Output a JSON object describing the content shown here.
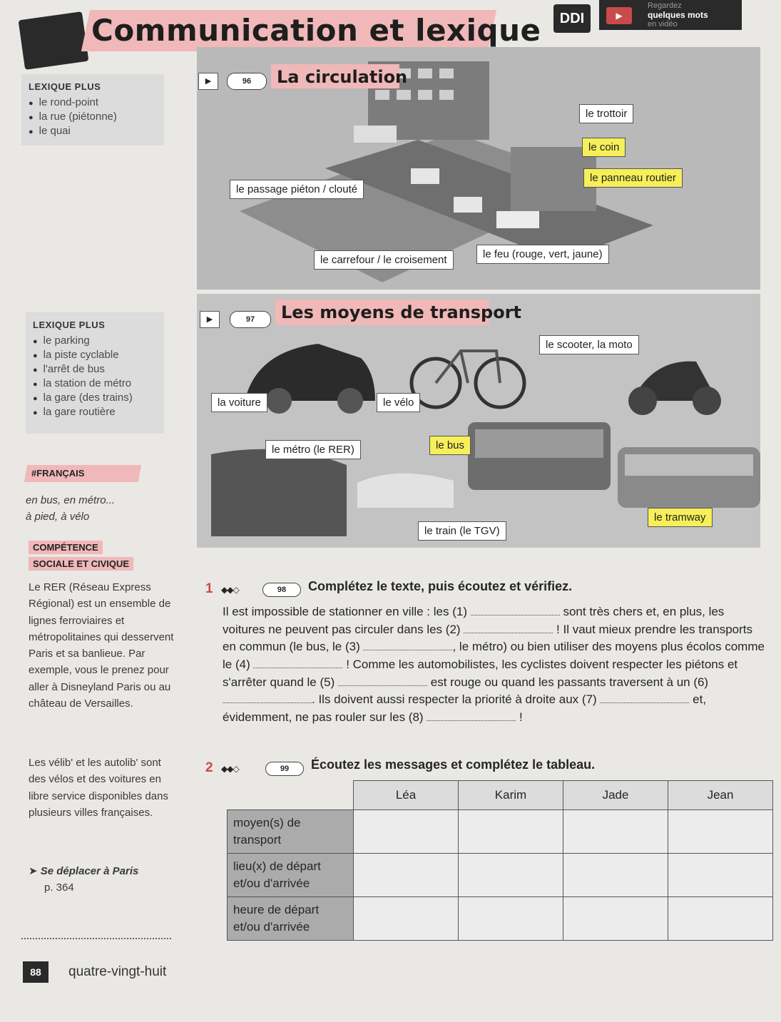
{
  "header": {
    "title": "Communication et lexique",
    "ddi": "DDI",
    "video": {
      "line1": "Regardez",
      "line2": "quelques mots",
      "line3": "en vidéo"
    }
  },
  "circulation": {
    "lexique_title": "Lexique plus",
    "lexique_items": [
      "le rond-point",
      "la rue (piétonne)",
      "le quai"
    ],
    "track": "96",
    "title": "La circulation",
    "labels": {
      "trottoir": "le trottoir",
      "coin": "le coin",
      "passage": "le passage piéton / clouté",
      "panneau": "le panneau routier",
      "carrefour": "le carrefour / le croisement",
      "feu": "le feu (rouge, vert, jaune)"
    }
  },
  "transport": {
    "lexique_title": "Lexique plus",
    "lexique_items": [
      "le parking",
      "la piste cyclable",
      "l'arrêt de bus",
      "la station de métro",
      "la gare (des trains)",
      "la gare routière"
    ],
    "track": "97",
    "title": "Les moyens de transport",
    "labels": {
      "scooter": "le scooter, la moto",
      "voiture": "la voiture",
      "velo": "le vélo",
      "metro": "le métro (le RER)",
      "bus": "le bus",
      "tramway": "le tramway",
      "train": "le train (le TGV)"
    }
  },
  "francais": {
    "tag": "#FRANÇAIS",
    "line1": "en bus, en métro...",
    "line2": "à pied, à vélo"
  },
  "competence": {
    "tag1": "Compétence",
    "tag2": "sociale et civique",
    "rer": "Le RER (Réseau Express Régional) est un ensemble de lignes ferroviaires et métropolitaines qui desservent Paris et sa banlieue. Par exemple, vous le prenez pour aller à Disneyland Paris ou au château de Versailles.",
    "velib": "Les vélib' et les autolib' sont des vélos et des voitures en libre service disponibles dans plusieurs villes françaises.",
    "link": "Se déplacer à Paris",
    "link_page": "p. 364"
  },
  "exercise1": {
    "number": "1",
    "track": "98",
    "instruction": "Complétez le texte, puis écoutez et vérifiez.",
    "t1": "Il est impossible de stationner en ville : les (1)",
    "t2": "sont très chers et, en plus, les voitures ne peuvent pas circuler dans les (2)",
    "t3": "! Il vaut mieux prendre les transports en commun (le bus, le (3)",
    "t4": ", le métro) ou bien utiliser des moyens plus écolos comme le (4)",
    "t5": "! Comme les automobilistes, les cyclistes doivent respecter les piétons et s'arrêter quand le (5)",
    "t6": "est rouge ou quand les passants traversent à un (6)",
    "t7": ". Ils doivent aussi respecter la priorité à droite aux (7)",
    "t8": "et, évidemment, ne pas rouler sur les (8)",
    "t9": "!"
  },
  "exercise2": {
    "number": "2",
    "track": "99",
    "instruction": "Écoutez les messages et complétez le tableau.",
    "columns": [
      "Léa",
      "Karim",
      "Jade",
      "Jean"
    ],
    "rows": [
      "moyen(s) de transport",
      "lieu(x) de départ et/ou d'arrivée",
      "heure de départ et/ou d'arrivée"
    ]
  },
  "footer": {
    "page_number": "88",
    "page_text": "quatre-vingt-huit"
  }
}
